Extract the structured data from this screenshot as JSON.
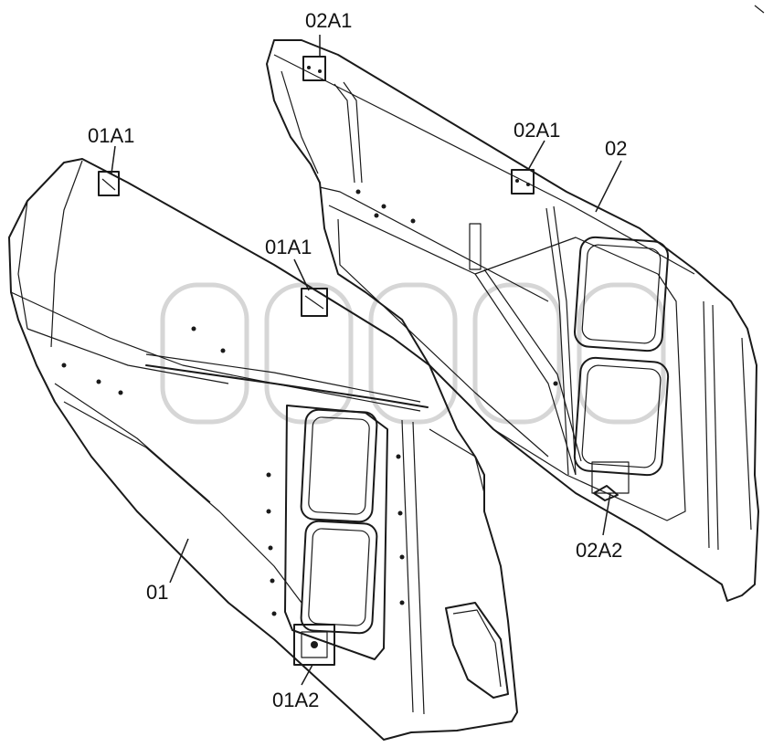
{
  "callouts": {
    "panel_01": "01",
    "hinge_01A1_top": "01A1",
    "hinge_01A1_mid": "01A1",
    "latch_01A2": "01A2",
    "panel_02": "02",
    "hinge_02A1_top": "02A1",
    "hinge_02A1_mid": "02A1",
    "latch_02A2": "02A2"
  },
  "colors": {
    "line": "#1a1a1a",
    "background": "#ffffff",
    "watermark": "#d6d6d6"
  }
}
